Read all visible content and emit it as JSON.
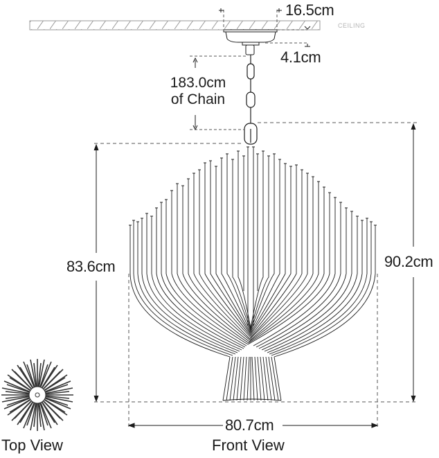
{
  "diagram": {
    "title": "Chandelier dimension drawing",
    "ceiling_label": "CEILING",
    "dimensions": {
      "canopy_width": "16.5cm",
      "canopy_height": "4.1cm",
      "chain_length_value": "183.0cm",
      "chain_length_suffix": "of Chain",
      "fixture_height": "83.6cm",
      "overall_height": "90.2cm",
      "fixture_width": "80.7cm"
    },
    "views": {
      "top": "Top View",
      "front": "Front View"
    },
    "colors": {
      "line": "#1a1a1a",
      "dash": "#555555",
      "ceiling_hatch": "#9a9a9a",
      "background": "#ffffff"
    }
  }
}
